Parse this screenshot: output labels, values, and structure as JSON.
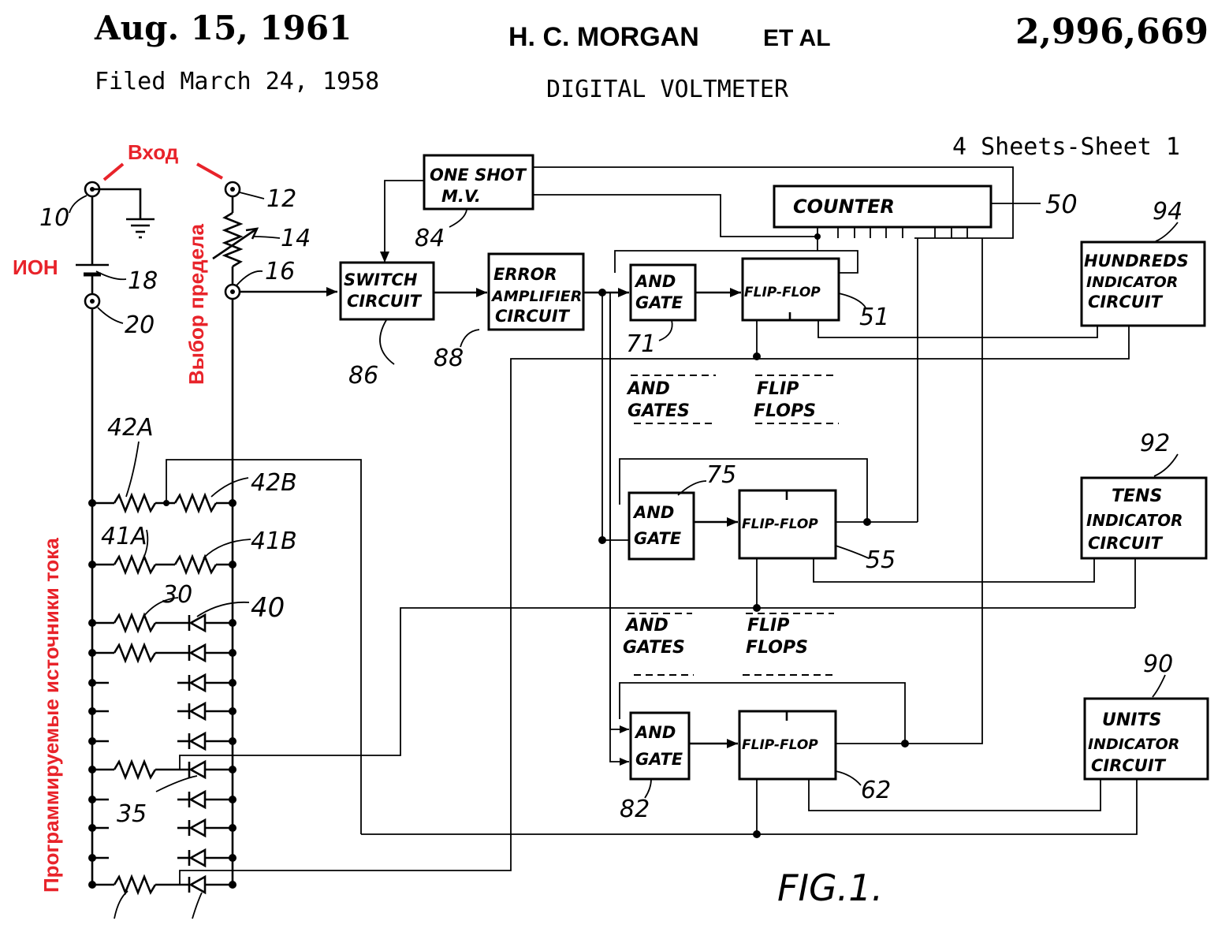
{
  "header": {
    "date": "Aug. 15, 1961",
    "inventor": "H. C. MORGAN",
    "et_al": "ET AL",
    "patent_number": "2,996,669",
    "filed": "Filed March 24, 1958",
    "title": "DIGITAL VOLTMETER",
    "sheets": "4 Sheets-Sheet 1"
  },
  "annotations": {
    "input": "Вход",
    "reference": "ИОН",
    "range_select": "Выбор предела",
    "current_sources": "Программируемые источники тока",
    "color": "#e8232a"
  },
  "blocks": {
    "one_shot": [
      "ONE SHOT",
      "M.V."
    ],
    "counter": "COUNTER",
    "switch": [
      "SWITCH",
      "CIRCUIT"
    ],
    "error_amp": [
      "ERROR",
      "AMPLIFIER",
      "CIRCUIT"
    ],
    "and_gate_a": [
      "AND",
      "GATE"
    ],
    "and_gate_b": [
      "AND",
      "GATE"
    ],
    "and_gate_c": [
      "AND",
      "GATE"
    ],
    "flip_flop_a": "FLIP-FLOP",
    "flip_flop_b": "FLIP-FLOP",
    "flip_flop_c": "FLIP-FLOP",
    "hundreds": [
      "HUNDREDS",
      "INDICATOR",
      "CIRCUIT"
    ],
    "tens": [
      "TENS",
      "INDICATOR",
      "CIRCUIT"
    ],
    "units": [
      "UNITS",
      "INDICATOR",
      "CIRCUIT"
    ]
  },
  "groups": {
    "upper": [
      "AND",
      "GATES",
      "FLIP",
      "FLOPS"
    ],
    "lower": [
      "AND",
      "GATES",
      "FLIP",
      "FLOPS"
    ]
  },
  "refs": {
    "r10": "10",
    "r12": "12",
    "r14": "14",
    "r16": "16",
    "r18": "18",
    "r20": "20",
    "r42a": "42A",
    "r42b": "42B",
    "r41a": "41A",
    "r41b": "41B",
    "r30": "30",
    "r40": "40",
    "r35": "35",
    "r84": "84",
    "r50": "50",
    "r86": "86",
    "r88": "88",
    "r71": "71",
    "r51": "51",
    "r75": "75",
    "r55": "55",
    "r82": "82",
    "r62": "62",
    "r94": "94",
    "r92": "92",
    "r90": "90"
  },
  "figure_label": "FIG.1."
}
